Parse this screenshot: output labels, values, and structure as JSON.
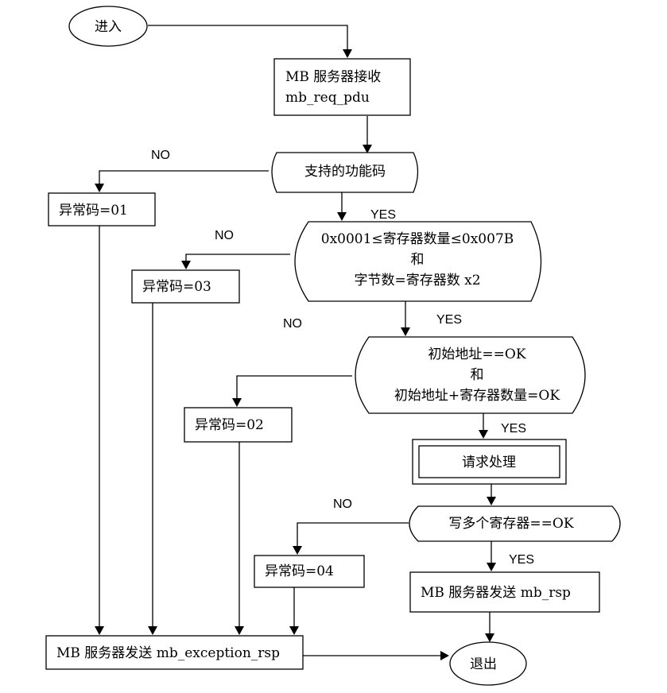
{
  "nodes": {
    "enter": "进入",
    "receive_line1": "MB 服务器接收",
    "receive_line2": "mb_req_pdu",
    "check_function_code": "支持的功能码",
    "exception_01": "异常码=01",
    "check_quantity_line1": "0x0001≤寄存器数量≤0x007B",
    "check_quantity_line2": "和",
    "check_quantity_line3": "字节数=寄存器数 x2",
    "exception_03": "异常码=03",
    "check_address_line1": "初始地址==OK",
    "check_address_line2": "和",
    "check_address_line3": "初始地址+寄存器数量=OK",
    "exception_02": "异常码=02",
    "process_request": "请求处理",
    "check_write": "写多个寄存器==OK",
    "exception_04": "异常码=04",
    "send_response": "MB 服务器发送 mb_rsp",
    "send_exception": "MB 服务器发送 mb_exception_rsp",
    "exit": "退出"
  },
  "branch_labels": {
    "no_function_code": "NO",
    "yes_function_code": "YES",
    "no_quantity": "NO",
    "yes_quantity": "YES",
    "no_address": "NO",
    "yes_address": "YES",
    "no_write": "NO",
    "yes_write": "YES"
  }
}
